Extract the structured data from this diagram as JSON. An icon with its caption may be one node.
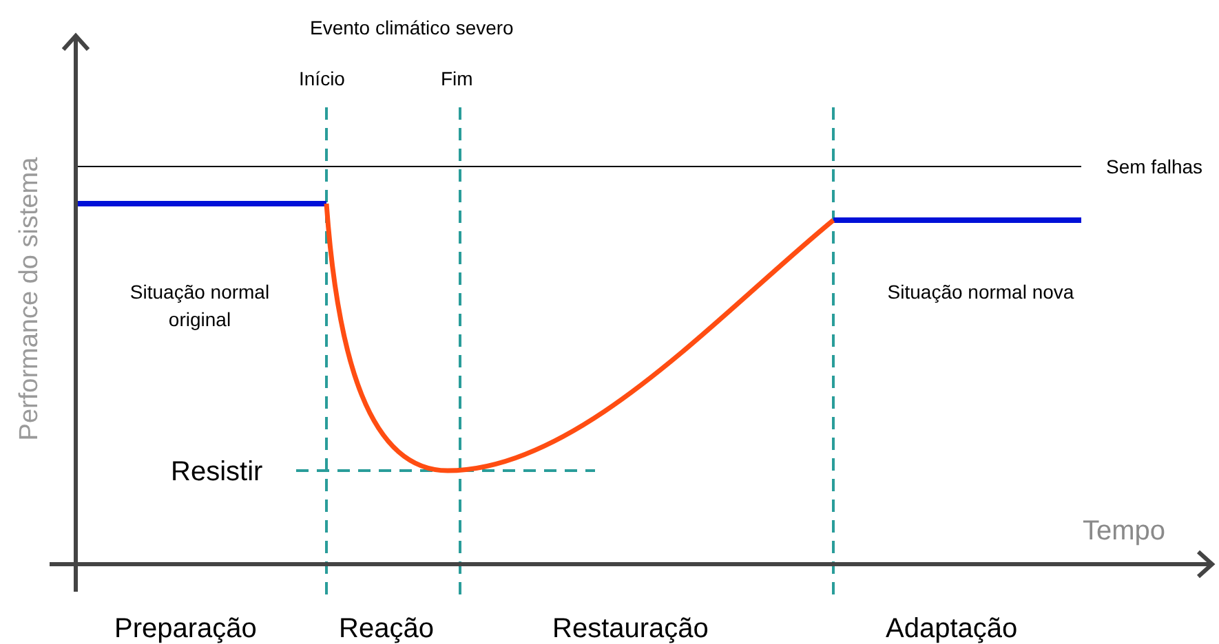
{
  "diagram": {
    "labels": [
      "Evento climático severo",
      "Início",
      "Fim",
      "Sem falhas",
      "Performance do sistema",
      "Situação normal original",
      "Situação normal nova",
      "Resistir",
      "Tempo",
      "Preparação",
      "Reação",
      "Restauração",
      "Adaptação"
    ]
  }
}
